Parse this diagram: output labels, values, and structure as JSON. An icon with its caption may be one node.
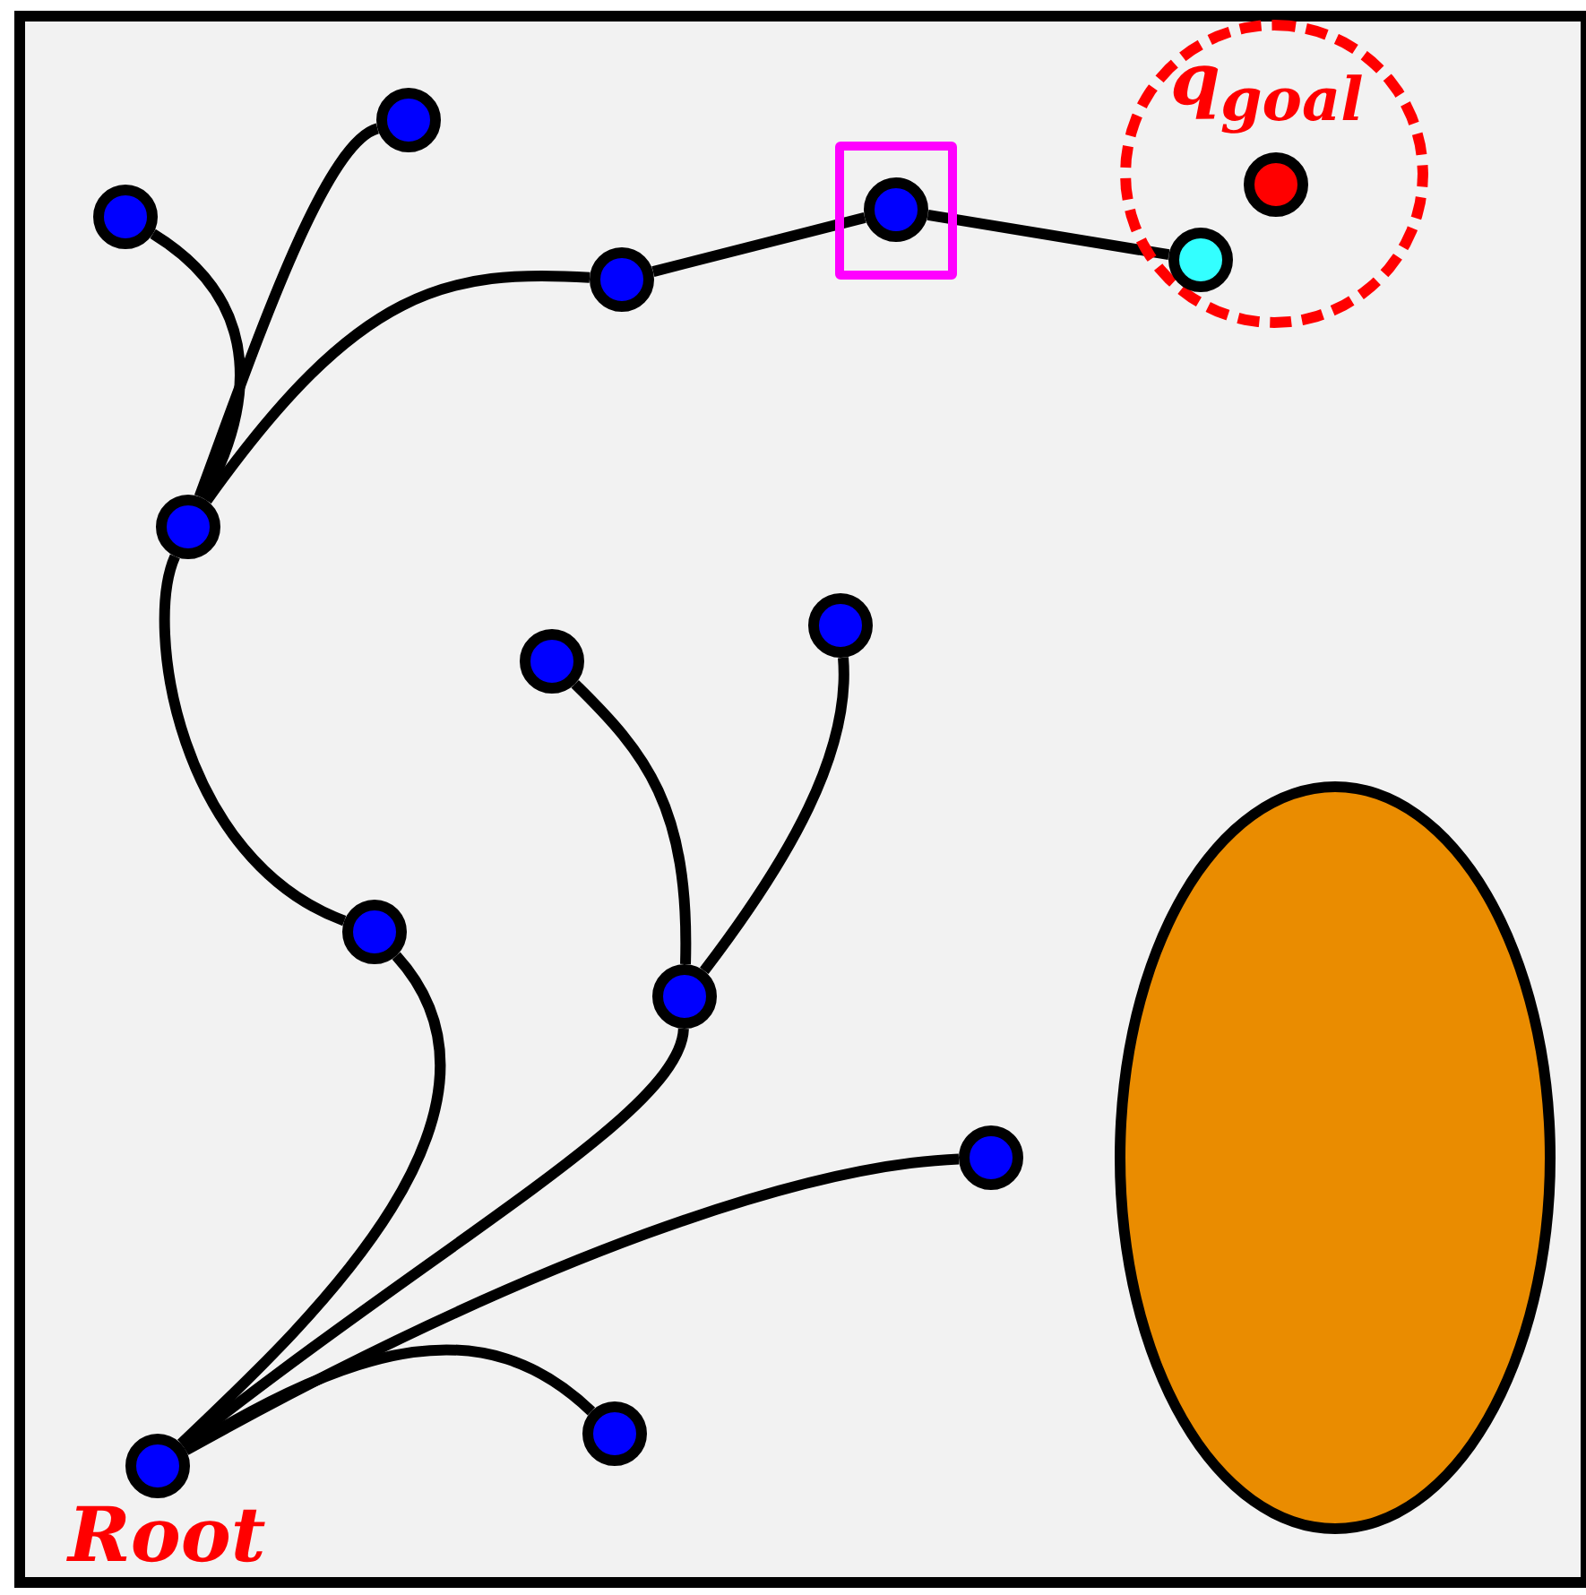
{
  "diagram": {
    "nodes": [
      {
        "text": [
          "q$_{goal}$"
        ]
      },
      {
        "text": [],
        "shape": "circle",
        "in": 0
      },
      {
        "text": [],
        "shape": "circle",
        "in": 0
      },
      {
        "text": [],
        "shape": "circle"
      },
      {
        "text": [],
        "shape": "circle"
      },
      {
        "text": [],
        "shape": "box"
      },
      {
        "text": [],
        "shape": "circle",
        "in": 5
      },
      {
        "text": [],
        "shape": "circle"
      },
      {
        "text": [],
        "shape": "circle"
      },
      {
        "text": [],
        "shape": "circle"
      },
      {
        "text": [],
        "shape": "circle"
      },
      {
        "text": [],
        "shape": "circle"
      },
      {
        "text": [],
        "shape": "circle"
      },
      {
        "text": [],
        "shape": "circle"
      },
      {
        "text": [],
        "shape": "circle"
      },
      {
        "text": [],
        "shape": "circle",
        "beside": [
          "Root"
        ]
      },
      {
        "text": [],
        "shape": "ellipse"
      }
    ],
    "edges": [
      {
        "from": 15,
        "to": 11,
        "arrow": "none"
      },
      {
        "from": 11,
        "to": 8,
        "arrow": "none"
      },
      {
        "from": 8,
        "to": 4,
        "arrow": "none"
      },
      {
        "from": 8,
        "to": 3,
        "arrow": "none"
      },
      {
        "from": 8,
        "to": 7,
        "arrow": "none"
      },
      {
        "from": 7,
        "to": 6,
        "arrow": "none"
      },
      {
        "from": 6,
        "to": 2,
        "arrow": "none"
      },
      {
        "from": 15,
        "to": 12,
        "arrow": "none"
      },
      {
        "from": 12,
        "to": 10,
        "arrow": "none"
      },
      {
        "from": 12,
        "to": 9,
        "arrow": "none"
      },
      {
        "from": 15,
        "to": 13,
        "arrow": "none"
      },
      {
        "from": 15,
        "to": 14,
        "arrow": "none"
      }
    ]
  }
}
